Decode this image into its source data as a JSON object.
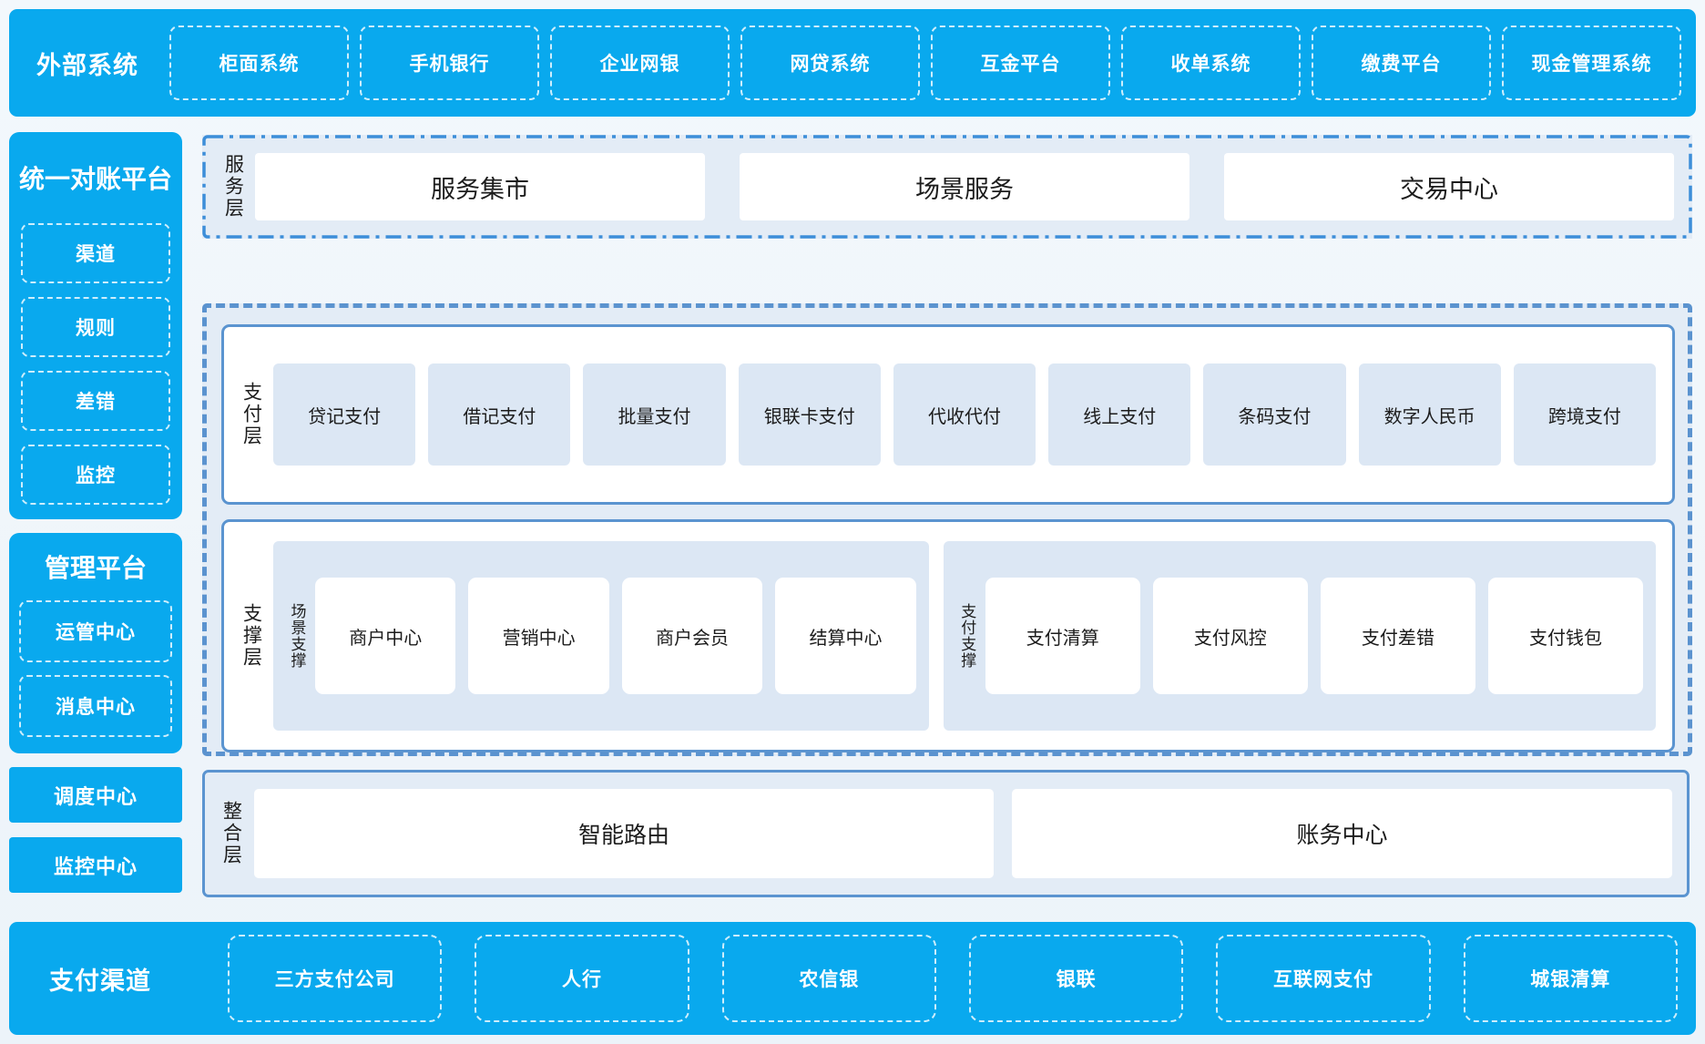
{
  "colors": {
    "brand_blue": "#09a9ee",
    "container_border": "#5b93cf",
    "container_bg": "#e3ecf6",
    "item_bg": "#dce7f4",
    "dashdot_border": "#3d8ed9",
    "text_dark": "#1c1c1c"
  },
  "external_systems": {
    "title": "外部系统",
    "items": [
      "柜面系统",
      "手机银行",
      "企业网银",
      "网贷系统",
      "互金平台",
      "收单系统",
      "缴费平台",
      "现金管理系统"
    ]
  },
  "reconciliation_platform": {
    "title": "统一对账平台",
    "items": [
      "渠道",
      "规则",
      "差错",
      "监控"
    ]
  },
  "management_platform": {
    "title": "管理平台",
    "items": [
      "运管中心",
      "消息中心"
    ]
  },
  "dispatch_center": {
    "label": "调度中心"
  },
  "monitoring_center": {
    "label": "监控中心"
  },
  "service_layer": {
    "label": "服务层",
    "items": [
      "服务集市",
      "场景服务",
      "交易中心"
    ]
  },
  "payment_layer": {
    "label": "支付层",
    "items": [
      "贷记支付",
      "借记支付",
      "批量支付",
      "银联卡支付",
      "代收代付",
      "线上支付",
      "条码支付",
      "数字人民币",
      "跨境支付"
    ]
  },
  "support_layer": {
    "label": "支撑层",
    "groups": [
      {
        "label": "场景支撑",
        "items": [
          "商户中心",
          "营销中心",
          "商户会员",
          "结算中心"
        ]
      },
      {
        "label": "支付支撑",
        "items": [
          "支付清算",
          "支付风控",
          "支付差错",
          "支付钱包"
        ]
      }
    ]
  },
  "integration_layer": {
    "label": "整合层",
    "items": [
      "智能路由",
      "账务中心"
    ]
  },
  "payment_channels": {
    "title": "支付渠道",
    "items": [
      "三方支付公司",
      "人行",
      "农信银",
      "银联",
      "互联网支付",
      "城银清算"
    ]
  }
}
